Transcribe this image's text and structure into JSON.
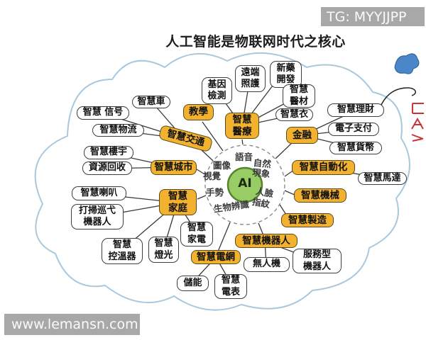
{
  "title": "人工智能是物联网时代之核心",
  "banners": {
    "tg": "TG: MYYJJPP",
    "site": "www.lemansn.com"
  },
  "center": {
    "label": "AI"
  },
  "inner_labels": [
    {
      "id": "speech",
      "label": "語音"
    },
    {
      "id": "image",
      "label": "圖像"
    },
    {
      "id": "vision",
      "label": "視覺"
    },
    {
      "id": "gesture",
      "label": "手勢"
    },
    {
      "id": "biometric",
      "label": "生物辨識"
    },
    {
      "id": "nature",
      "label": "自然\n現象"
    },
    {
      "id": "face",
      "label": "人臉"
    },
    {
      "id": "fingerprint",
      "label": "指紋"
    }
  ],
  "hubs": [
    {
      "id": "teaching",
      "label": "教學"
    },
    {
      "id": "smart-medical",
      "label": "智慧\n醫療"
    },
    {
      "id": "smart-traffic",
      "label": "智慧交通"
    },
    {
      "id": "smart-city",
      "label": "智慧城市"
    },
    {
      "id": "smart-home",
      "label": "智慧\n家庭"
    },
    {
      "id": "finance",
      "label": "金融"
    },
    {
      "id": "smart-automation",
      "label": "智慧自動化"
    },
    {
      "id": "smart-machinery",
      "label": "智慧機械"
    },
    {
      "id": "smart-manufacturing",
      "label": "智慧製造"
    },
    {
      "id": "smart-robot",
      "label": "智慧機器人"
    },
    {
      "id": "smart-grid",
      "label": "智慧電網"
    }
  ],
  "leaves": [
    {
      "id": "smart-car",
      "label": "智慧車"
    },
    {
      "id": "smart-signal",
      "label": "智慧 信号"
    },
    {
      "id": "smart-logistics",
      "label": "智慧物流"
    },
    {
      "id": "smart-building",
      "label": "智慧樓宇"
    },
    {
      "id": "resource-recycle",
      "label": "資源回收"
    },
    {
      "id": "smart-speaker",
      "label": "智慧喇叭"
    },
    {
      "id": "cleaning-robot",
      "label": "打掃巡弋\n機器人"
    },
    {
      "id": "smart-thermostat",
      "label": "智慧\n控溫器"
    },
    {
      "id": "smart-lighting",
      "label": "智慧\n燈光"
    },
    {
      "id": "smart-appliance",
      "label": "智慧\n家電"
    },
    {
      "id": "gene-testing",
      "label": "基因\n檢測"
    },
    {
      "id": "remote-care",
      "label": "遠端\n照護"
    },
    {
      "id": "new-drug",
      "label": "新藥\n開發"
    },
    {
      "id": "smart-medmaterial",
      "label": "智慧\n醫材"
    },
    {
      "id": "smart-clothing",
      "label": "智慧衣"
    },
    {
      "id": "smart-wealth",
      "label": "智慧理財"
    },
    {
      "id": "e-payment",
      "label": "電子支付"
    },
    {
      "id": "smart-currency",
      "label": "智慧貨幣"
    },
    {
      "id": "smart-motor",
      "label": "智慧馬達"
    },
    {
      "id": "service-robot",
      "label": "服務型\n機器人"
    },
    {
      "id": "drone",
      "label": "無人機"
    },
    {
      "id": "energy-storage",
      "label": "儲能"
    },
    {
      "id": "smart-meter",
      "label": "智慧\n電表"
    }
  ],
  "colors": {
    "hub_fill": "#F2B230",
    "hub_border": "#5b4a17",
    "leaf_border": "#3d3d3d",
    "ai_fill": "#98CC64",
    "ai_border": "#55832f",
    "cloud": "#a9c8de",
    "line": "#3a3a3a",
    "banner_bg": "#a8a8a8",
    "red": "#cc3333",
    "blue": "#4a86c8"
  }
}
